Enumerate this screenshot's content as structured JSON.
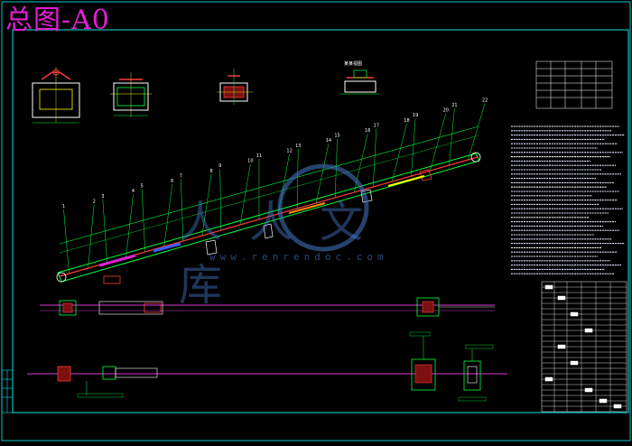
{
  "drawing": {
    "title": "总图-A0",
    "colors": {
      "background": "#000000",
      "frame": "#00e5e5",
      "title": "#e21fd5",
      "conveyor": "#00ff3c",
      "belt": "#ff3b3b",
      "axis": "#d23ad2",
      "annotation": "#ffffff",
      "watermark": "#4a78c8"
    },
    "balloon_numbers": [
      "1",
      "2",
      "3",
      "4",
      "5",
      "6",
      "7",
      "8",
      "9",
      "10",
      "11",
      "12",
      "13",
      "14",
      "15",
      "16",
      "17",
      "18",
      "19",
      "20",
      "21",
      "22"
    ],
    "section_view_label": "某某视图"
  },
  "watermark": {
    "cn": "人人文库",
    "en": "www.renrendoc.com"
  }
}
